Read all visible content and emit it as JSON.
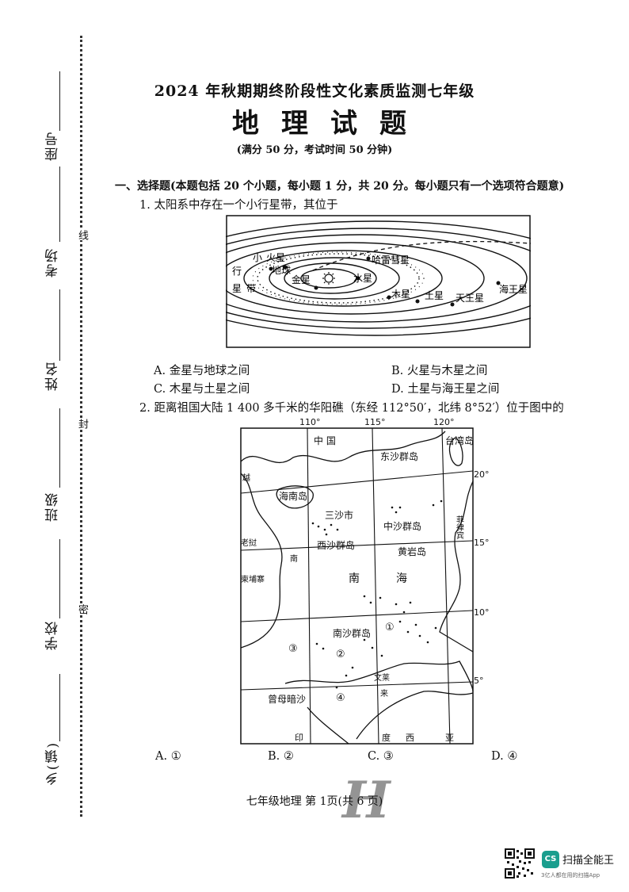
{
  "side": {
    "seat": "座号",
    "room": "考场",
    "name": "姓名",
    "class": "班级",
    "school": "学校",
    "town": "乡(镇)",
    "mark_line": "线",
    "mark_seal": "封",
    "mark_secret": "密"
  },
  "header": {
    "exam": "2024 年秋期期终阶段性文化素质监测七年级",
    "subject": "地理试题",
    "note": "(满分 50 分，考试时间 50 分钟)"
  },
  "section1": {
    "heading": "一、选择题(本题包括 20 个小题，每小题 1 分，共 20 分。每小题只有一个选项符合题意)"
  },
  "q1": {
    "stem": "1. 太阳系中存在一个小行星带，其位于",
    "figure_labels": {
      "xiao": "小",
      "xing": "行",
      "xing2": "星",
      "dai": "带",
      "mars": "火星",
      "earth": "地球",
      "venus": "金星",
      "mercury": "水星",
      "comet": "哈雷彗星",
      "jupiter": "木星",
      "saturn": "土星",
      "uranus": "天王星",
      "neptune": "海王星"
    },
    "options": {
      "a": "A. 金星与地球之间",
      "b": "B. 火星与木星之间",
      "c": "C. 木星与土星之间",
      "d": "D. 土星与海王星之间"
    }
  },
  "q2": {
    "stem": "2. 距离祖国大陆 1 400 多千米的华阳礁（东经 112°50′，北纬 8°52′）位于图中的",
    "map_labels": {
      "lon110": "110°",
      "lon115": "115°",
      "lon120": "120°",
      "lat20": "20°",
      "lat15": "15°",
      "lat10": "10°",
      "lat5": "5°",
      "china": "中 国",
      "taiwan": "台湾岛",
      "dongsha": "东沙群岛",
      "yue": "越",
      "hainan": "海南岛",
      "sansha": "三沙市",
      "zhongsha": "中沙群岛",
      "feilvbin": "菲律宾",
      "xisha": "西沙群岛",
      "huangyan": "黄岩岛",
      "laowo": "老挝",
      "nan": "南",
      "hai": "海",
      "nan2": "南",
      "jianpuzhai": "柬埔寨",
      "nansha": "南沙群岛",
      "m1": "①",
      "m2": "②",
      "m3": "③",
      "m4": "④",
      "zengmu": "曾母暗沙",
      "wenlai": "文莱",
      "lai": "来",
      "yin": "印",
      "du": "度",
      "xi": "西",
      "ya": "亚"
    },
    "options": {
      "a": "A. ①",
      "b": "B. ②",
      "c": "C. ③",
      "d": "D. ④"
    }
  },
  "footer": {
    "page": "七年级地理 第 1页(共 6 页)",
    "watermark": "H"
  },
  "scanner": {
    "logo": "CS",
    "name": "扫描全能王",
    "sub": "3亿人都在用的扫描App"
  }
}
